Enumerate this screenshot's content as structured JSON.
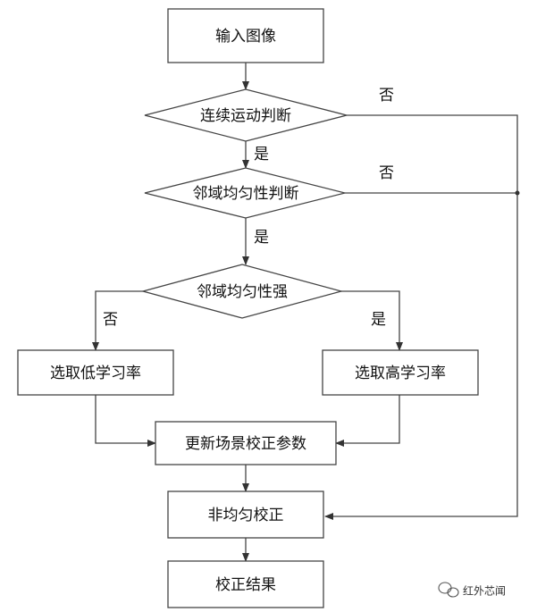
{
  "flowchart": {
    "nodes": {
      "input_image": "输入图像",
      "continuous_motion": "连续运动判断",
      "neighborhood_uniformity_check": "邻域均匀性判断",
      "neighborhood_uniformity_strong": "邻域均匀性强",
      "select_low_lr": "选取低学习率",
      "select_high_lr": "选取高学习率",
      "update_params": "更新场景校正参数",
      "nonuniform_correction": "非均匀校正",
      "correction_result": "校正结果"
    },
    "edges": {
      "motion_yes": "是",
      "motion_no": "否",
      "uniformity_yes": "是",
      "uniformity_no": "否",
      "strong_no": "否",
      "strong_yes": "是"
    }
  },
  "watermark": {
    "icon": "wechat-icon",
    "text": "红外芯闻"
  }
}
